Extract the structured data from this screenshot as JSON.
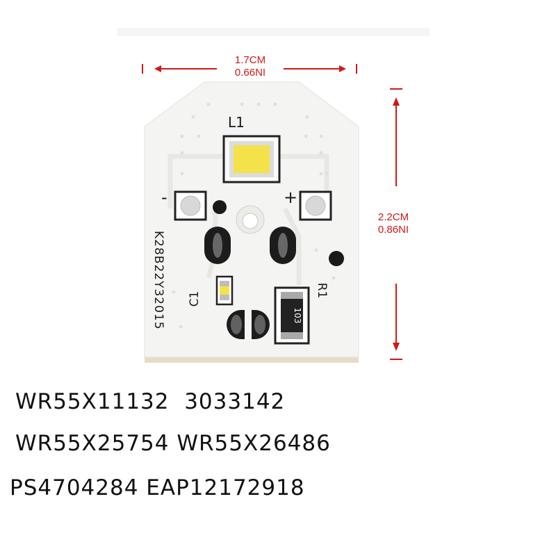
{
  "width_dimension": {
    "metric": "1.7CM",
    "imperial": "0.66NI"
  },
  "height_dimension": {
    "metric": "2.2CM",
    "imperial": "0.86NI"
  },
  "board": {
    "led_label": "L1",
    "minus_label": "-",
    "plus_label": "+",
    "serial": "K28B22Y32015",
    "capacitor_label": "C1",
    "resistor_label": "R1",
    "resistor_code": "103"
  },
  "part_numbers": [
    "WR55X11132  3033142",
    "WR55X25754 WR55X26486",
    "PS4704284 EAP12172918"
  ],
  "colors": {
    "dimension": "#d01818",
    "board": "#f4f4f2",
    "led": "#f3e24a",
    "text": "#111111"
  }
}
